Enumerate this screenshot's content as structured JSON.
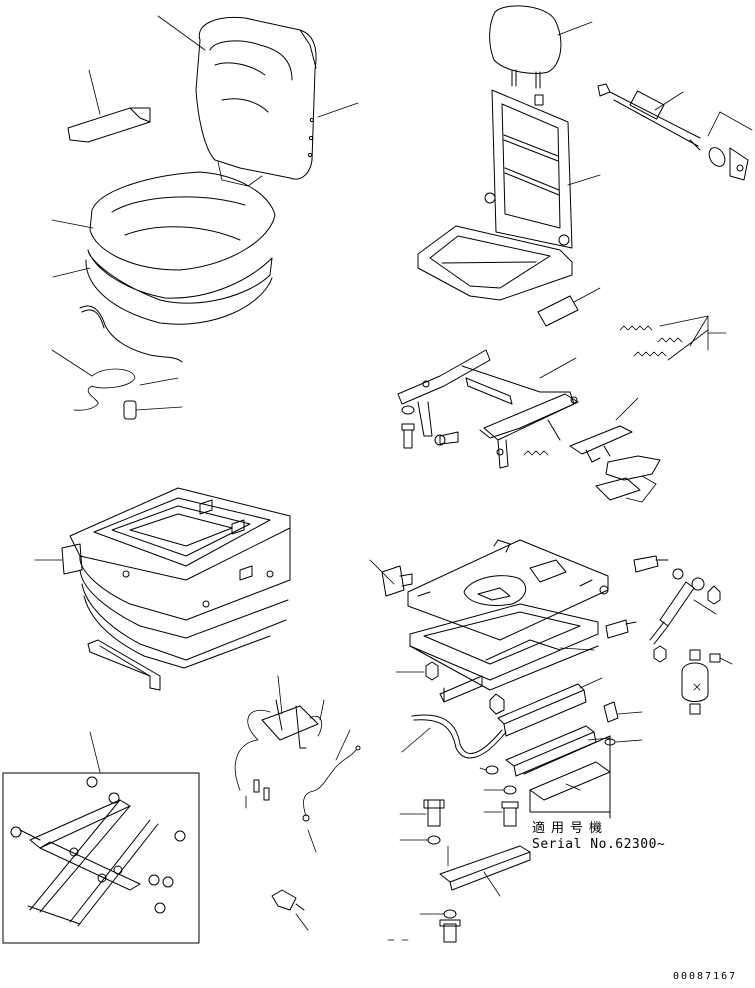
{
  "annotation": {
    "applicable_label": "適用号機",
    "serial_text": "Serial No.62300~"
  },
  "document_number": "00087167"
}
